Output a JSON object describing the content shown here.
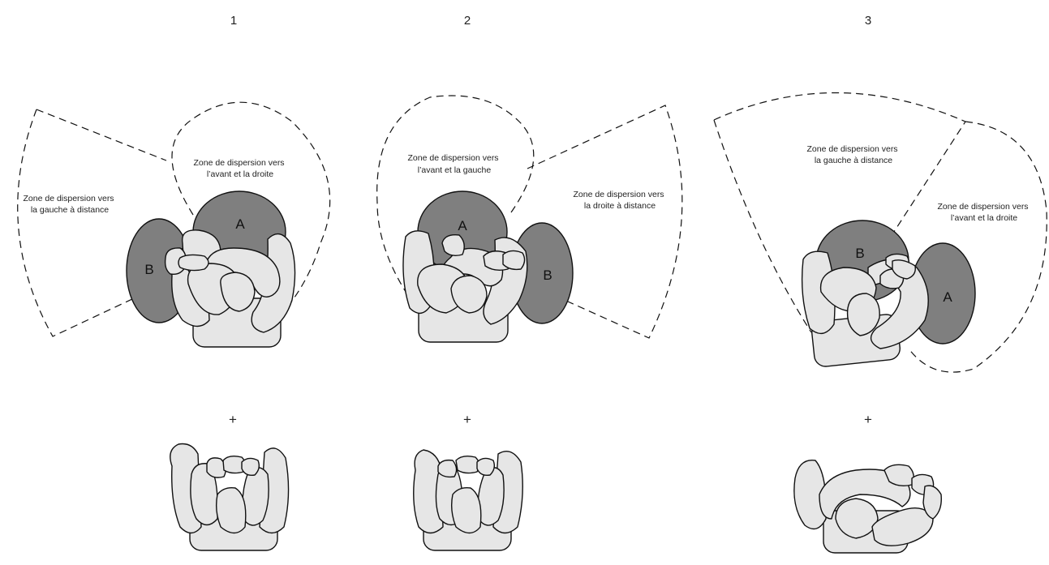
{
  "panels": [
    {
      "number": "1",
      "blob_a_label": "A",
      "blob_b_label": "B",
      "zone_front": [
        "Zone de dispersion vers",
        "l’avant et la droite"
      ],
      "zone_side": [
        "Zone de dispersion vers",
        "la gauche à distance"
      ],
      "plus": "+"
    },
    {
      "number": "2",
      "blob_a_label": "A",
      "blob_b_label": "B",
      "zone_front": [
        "Zone de dispersion vers",
        "l’avant et la gauche"
      ],
      "zone_side": [
        "Zone de dispersion vers",
        "la droite à distance"
      ],
      "plus": "+"
    },
    {
      "number": "3",
      "blob_a_label": "A",
      "blob_b_label": "B",
      "zone_front": [
        "Zone de dispersion vers",
        "l’avant et la droite"
      ],
      "zone_side": [
        "Zone de dispersion vers",
        "la gauche à distance"
      ],
      "plus": "+"
    }
  ],
  "colors": {
    "dark_blob": "#7f7f7f",
    "finger_fill": "#e6e6e6",
    "outline": "#111111"
  },
  "icons": [
    "finger-grip-icon",
    "dispersion-zone-outline"
  ]
}
